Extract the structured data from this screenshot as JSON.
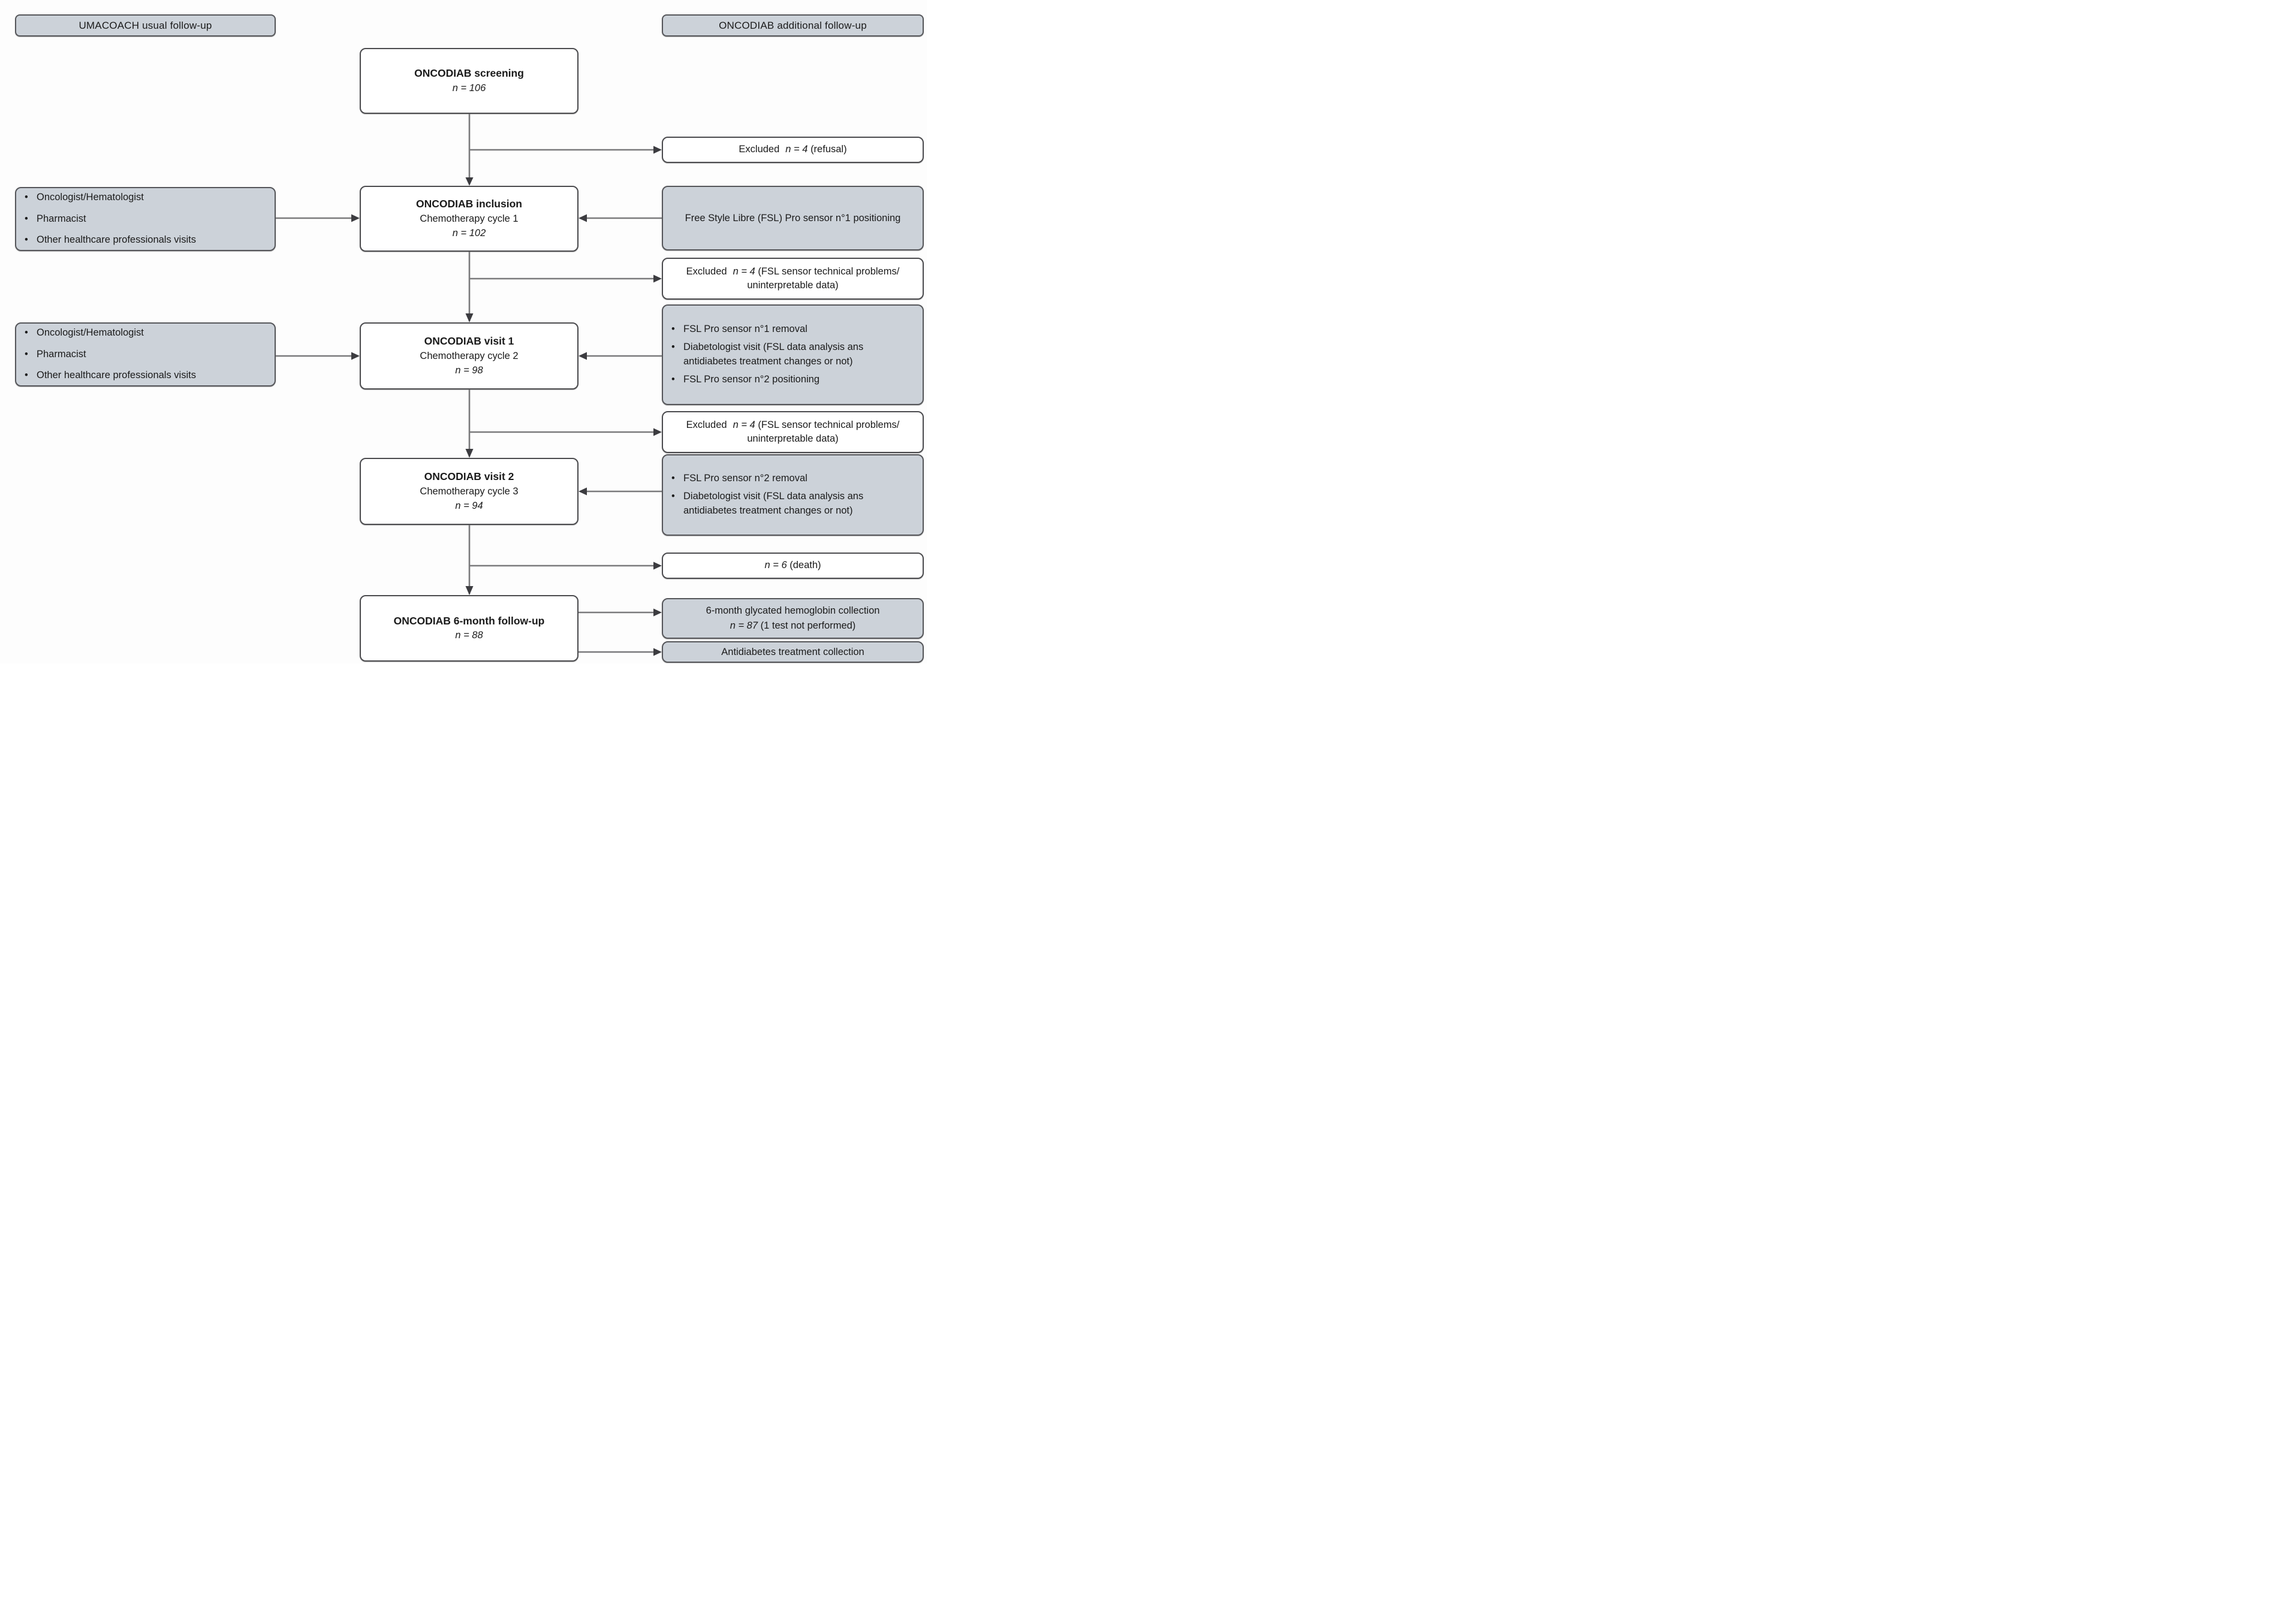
{
  "colors": {
    "gray_fill": "#ccd2d9",
    "white_fill": "#ffffff",
    "border": "#4b4b4e",
    "line": "#7a7a7c",
    "arrow": "#3c3c40"
  },
  "headers": {
    "left": "UMACOACH usual follow-up",
    "right": "ONCODIAB additional follow-up"
  },
  "center": [
    {
      "title": "ONCODIAB screening",
      "n": "n = 106"
    },
    {
      "title": "ONCODIAB inclusion",
      "subtitle": "Chemotherapy cycle 1",
      "n": "n = 102"
    },
    {
      "title": "ONCODIAB visit 1",
      "subtitle": "Chemotherapy cycle 2",
      "n": "n = 98"
    },
    {
      "title": "ONCODIAB visit 2",
      "subtitle": "Chemotherapy cycle 3",
      "n": "n = 94"
    },
    {
      "title": "ONCODIAB 6-month follow-up",
      "n": "n = 88"
    }
  ],
  "left": [
    {
      "items": [
        "Oncologist/Hematologist",
        "Pharmacist",
        "Other healthcare professionals visits"
      ]
    },
    {
      "items": [
        "Oncologist/Hematologist",
        "Pharmacist",
        "Other healthcare professionals visits"
      ]
    }
  ],
  "right": {
    "excluded_refusal": {
      "prefix": "Excluded",
      "n": "n = 4",
      "suffix": "(refusal)"
    },
    "fsl1_positioning": {
      "text": "Free Style Libre (FSL) Pro sensor n°1 positioning"
    },
    "excluded_fsl_1": {
      "prefix": "Excluded",
      "n": "n = 4",
      "suffix": "(FSL sensor technical problems/ uninterpretable data)"
    },
    "visit1_actions": {
      "items": [
        "FSL Pro sensor n°1 removal",
        "Diabetologist visit (FSL data analysis ans antidiabetes treatment changes or not)",
        "FSL Pro sensor n°2 positioning"
      ]
    },
    "excluded_fsl_2": {
      "prefix": "Excluded",
      "n": "n = 4",
      "suffix": "(FSL sensor technical problems/ uninterpretable data)"
    },
    "visit2_actions": {
      "items": [
        "FSL Pro sensor n°2 removal",
        "Diabetologist visit (FSL data analysis ans antidiabetes treatment changes or not)"
      ]
    },
    "death": {
      "n": "n = 6",
      "suffix": "(death)"
    },
    "hba1c": {
      "line1": "6-month glycated hemoglobin collection",
      "n": "n = 87",
      "suffix": "(1 test not performed)"
    },
    "treatment": {
      "text": "Antidiabetes treatment collection"
    }
  }
}
